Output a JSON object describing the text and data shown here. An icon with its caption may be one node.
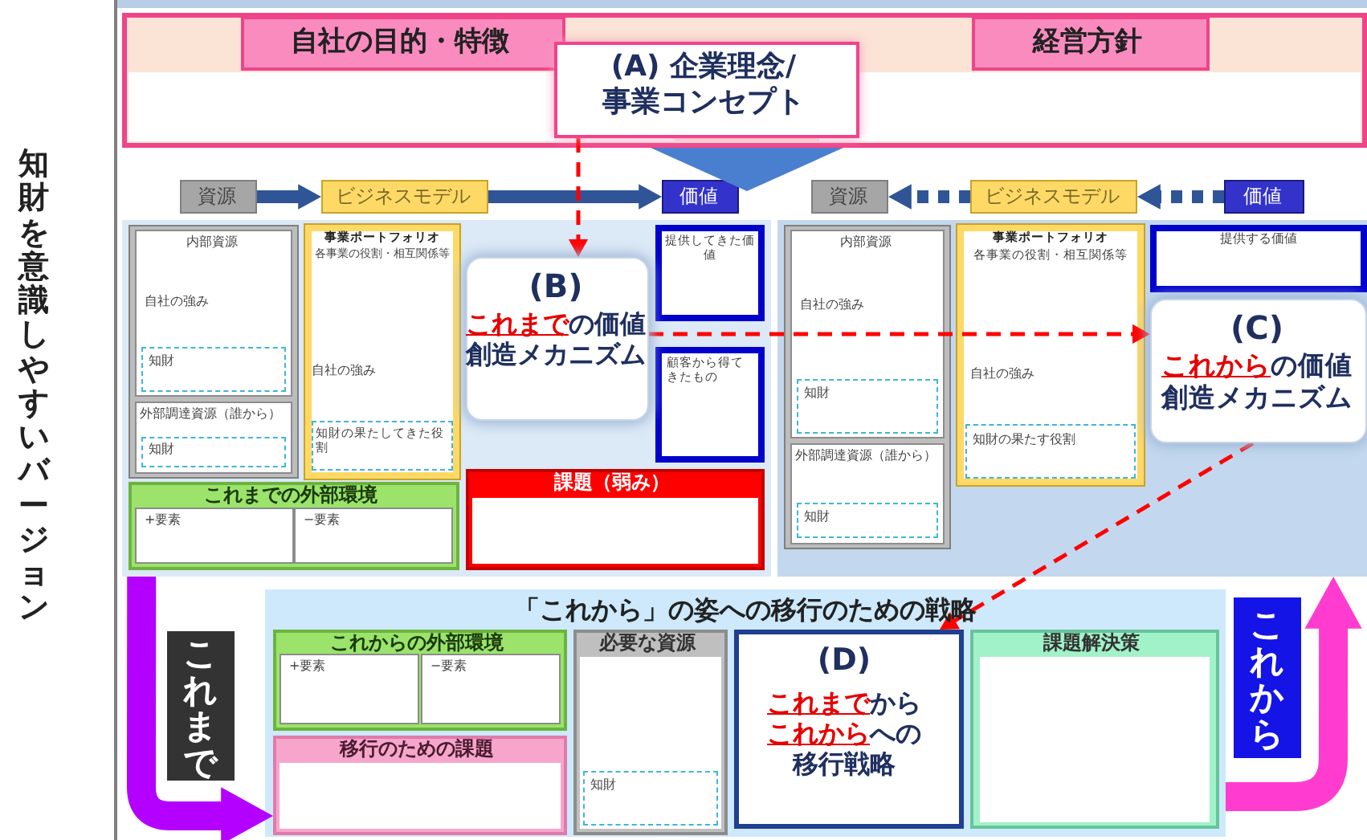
{
  "diagram": {
    "title": "知財を意識しやすいバージョン",
    "nodes": [
      {
        "text": [],
        "shape": "box"
      },
      {
        "text": [
          "自社の目的・特徴"
        ],
        "in": 0
      },
      {
        "text": [
          "経営方針"
        ],
        "in": 0
      },
      {
        "text": [
          "(A) 企業理念/事業コンセプト"
        ],
        "in": 0
      },
      {
        "text": [
          "資源"
        ]
      },
      {
        "text": [
          "ビジネスモデル"
        ]
      },
      {
        "text": [
          "価値"
        ]
      },
      {
        "text": [
          "資源"
        ]
      },
      {
        "text": [
          "ビジネスモデル"
        ]
      },
      {
        "text": [
          "価値"
        ]
      },
      {
        "text": [],
        "shape": "box"
      },
      {
        "text": [],
        "shape": "box",
        "in": 10
      },
      {
        "text": [
          "内部資源",
          "自社の強み"
        ],
        "in": 11
      },
      {
        "text": [
          "知財"
        ],
        "in": 12
      },
      {
        "text": [
          "外部調達資源（誰から）"
        ],
        "in": 11
      },
      {
        "text": [
          "知財"
        ],
        "in": 14
      },
      {
        "text": [
          "事業ポートフォリオ",
          "各事業の役割・相互関係等",
          "自社の強み"
        ],
        "in": 10
      },
      {
        "text": [
          "知財の果たしてきた役割"
        ],
        "in": 16
      },
      {
        "text": [
          "提供してきた価値"
        ],
        "in": 10
      },
      {
        "text": [
          "顧客から得てきたもの"
        ],
        "in": 10
      },
      {
        "text": [
          "これまでの外部環境"
        ],
        "in": 10
      },
      {
        "text": [
          "+要素"
        ],
        "in": 20
      },
      {
        "text": [
          "−要素"
        ],
        "in": 20
      },
      {
        "text": [
          "課題（弱み）"
        ],
        "in": 10
      },
      {
        "text": [
          "(B)",
          "**これまで**の価値創造メカニズム"
        ],
        "in": 10
      },
      {
        "text": [],
        "shape": "box"
      },
      {
        "text": [],
        "shape": "box",
        "in": 25
      },
      {
        "text": [
          "内部資源",
          "自社の強み"
        ],
        "in": 26
      },
      {
        "text": [
          "知財"
        ],
        "in": 27
      },
      {
        "text": [
          "外部調達資源（誰から）"
        ],
        "in": 26
      },
      {
        "text": [
          "知財"
        ],
        "in": 29
      },
      {
        "text": [
          "事業ポートフォリオ",
          "各事業の役割・相互関係等",
          "自社の強み"
        ],
        "in": 25
      },
      {
        "text": [
          "知財の果たす役割"
        ],
        "in": 31
      },
      {
        "text": [
          "提供する価値"
        ],
        "in": 25
      },
      {
        "text": [
          "(C)",
          "**これから**の価値創造メカニズム"
        ],
        "in": 25
      },
      {
        "text": [
          "「これから」の姿への移行のための戦略"
        ]
      },
      {
        "text": [
          "これからの外部環境"
        ],
        "in": 35
      },
      {
        "text": [
          "+要素"
        ],
        "in": 36
      },
      {
        "text": [
          "−要素"
        ],
        "in": 36
      },
      {
        "text": [
          "移行のための課題"
        ],
        "in": 35
      },
      {
        "text": [
          "必要な資源"
        ],
        "in": 35
      },
      {
        "text": [
          "知財"
        ],
        "in": 40
      },
      {
        "text": [
          "課題解決策"
        ],
        "in": 35
      },
      {
        "text": [
          "(D)",
          "**これまで**から**これから**への移行戦略"
        ],
        "in": 35
      },
      {
        "text": [
          "これまで"
        ]
      },
      {
        "text": [
          "これから"
        ]
      },
      {
        "text": [],
        "shape": "chevron"
      }
    ],
    "edges": [
      {
        "from": 4,
        "to": 5,
        "arrow": "to"
      },
      {
        "from": 5,
        "to": 6,
        "arrow": "to"
      },
      {
        "from": 9,
        "to": 8,
        "arrow": "to",
        "style": "dashed"
      },
      {
        "from": 8,
        "to": 7,
        "arrow": "to",
        "style": "dashed"
      },
      {
        "from": 3,
        "to": 24,
        "arrow": "to",
        "style": "dashed",
        "color": "#ff0000"
      },
      {
        "from": 24,
        "to": 34,
        "arrow": "to",
        "style": "dashed",
        "color": "#ff0000"
      },
      {
        "from": 34,
        "to": 43,
        "arrow": "to",
        "style": "dashed",
        "color": "#ff0000"
      },
      {
        "from": 10,
        "to": 39,
        "arrow": "to",
        "style": "thick",
        "color": "#b400ff"
      },
      {
        "from": 35,
        "to": 25,
        "arrow": "to",
        "style": "thick",
        "color": "#ff3ccf"
      }
    ]
  }
}
